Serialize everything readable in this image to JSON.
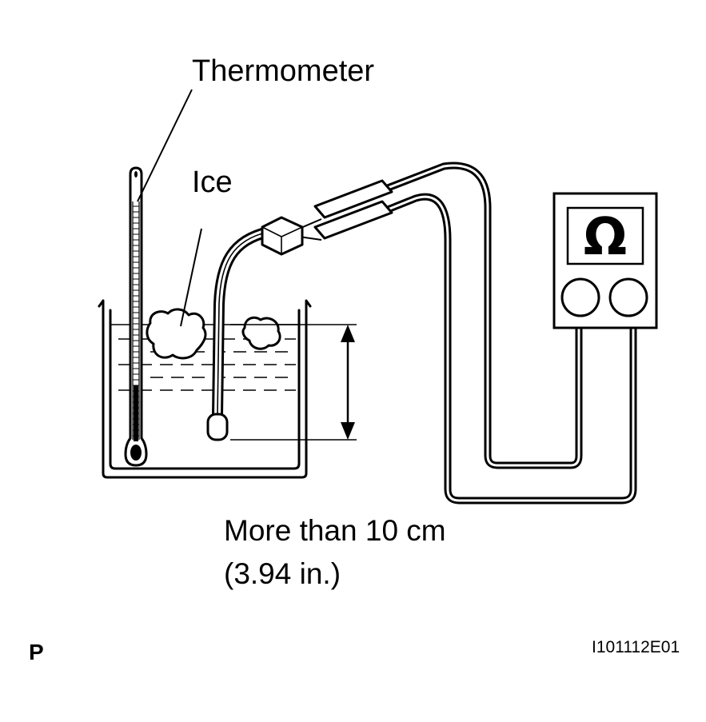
{
  "labels": {
    "thermometer": "Thermometer",
    "ice": "Ice",
    "depth_line1": "More than 10 cm",
    "depth_line2": "(3.94 in.)",
    "view_marker": "P",
    "figure_code": "I101112E01"
  },
  "ohmmeter": {
    "symbol": "Ω"
  }
}
